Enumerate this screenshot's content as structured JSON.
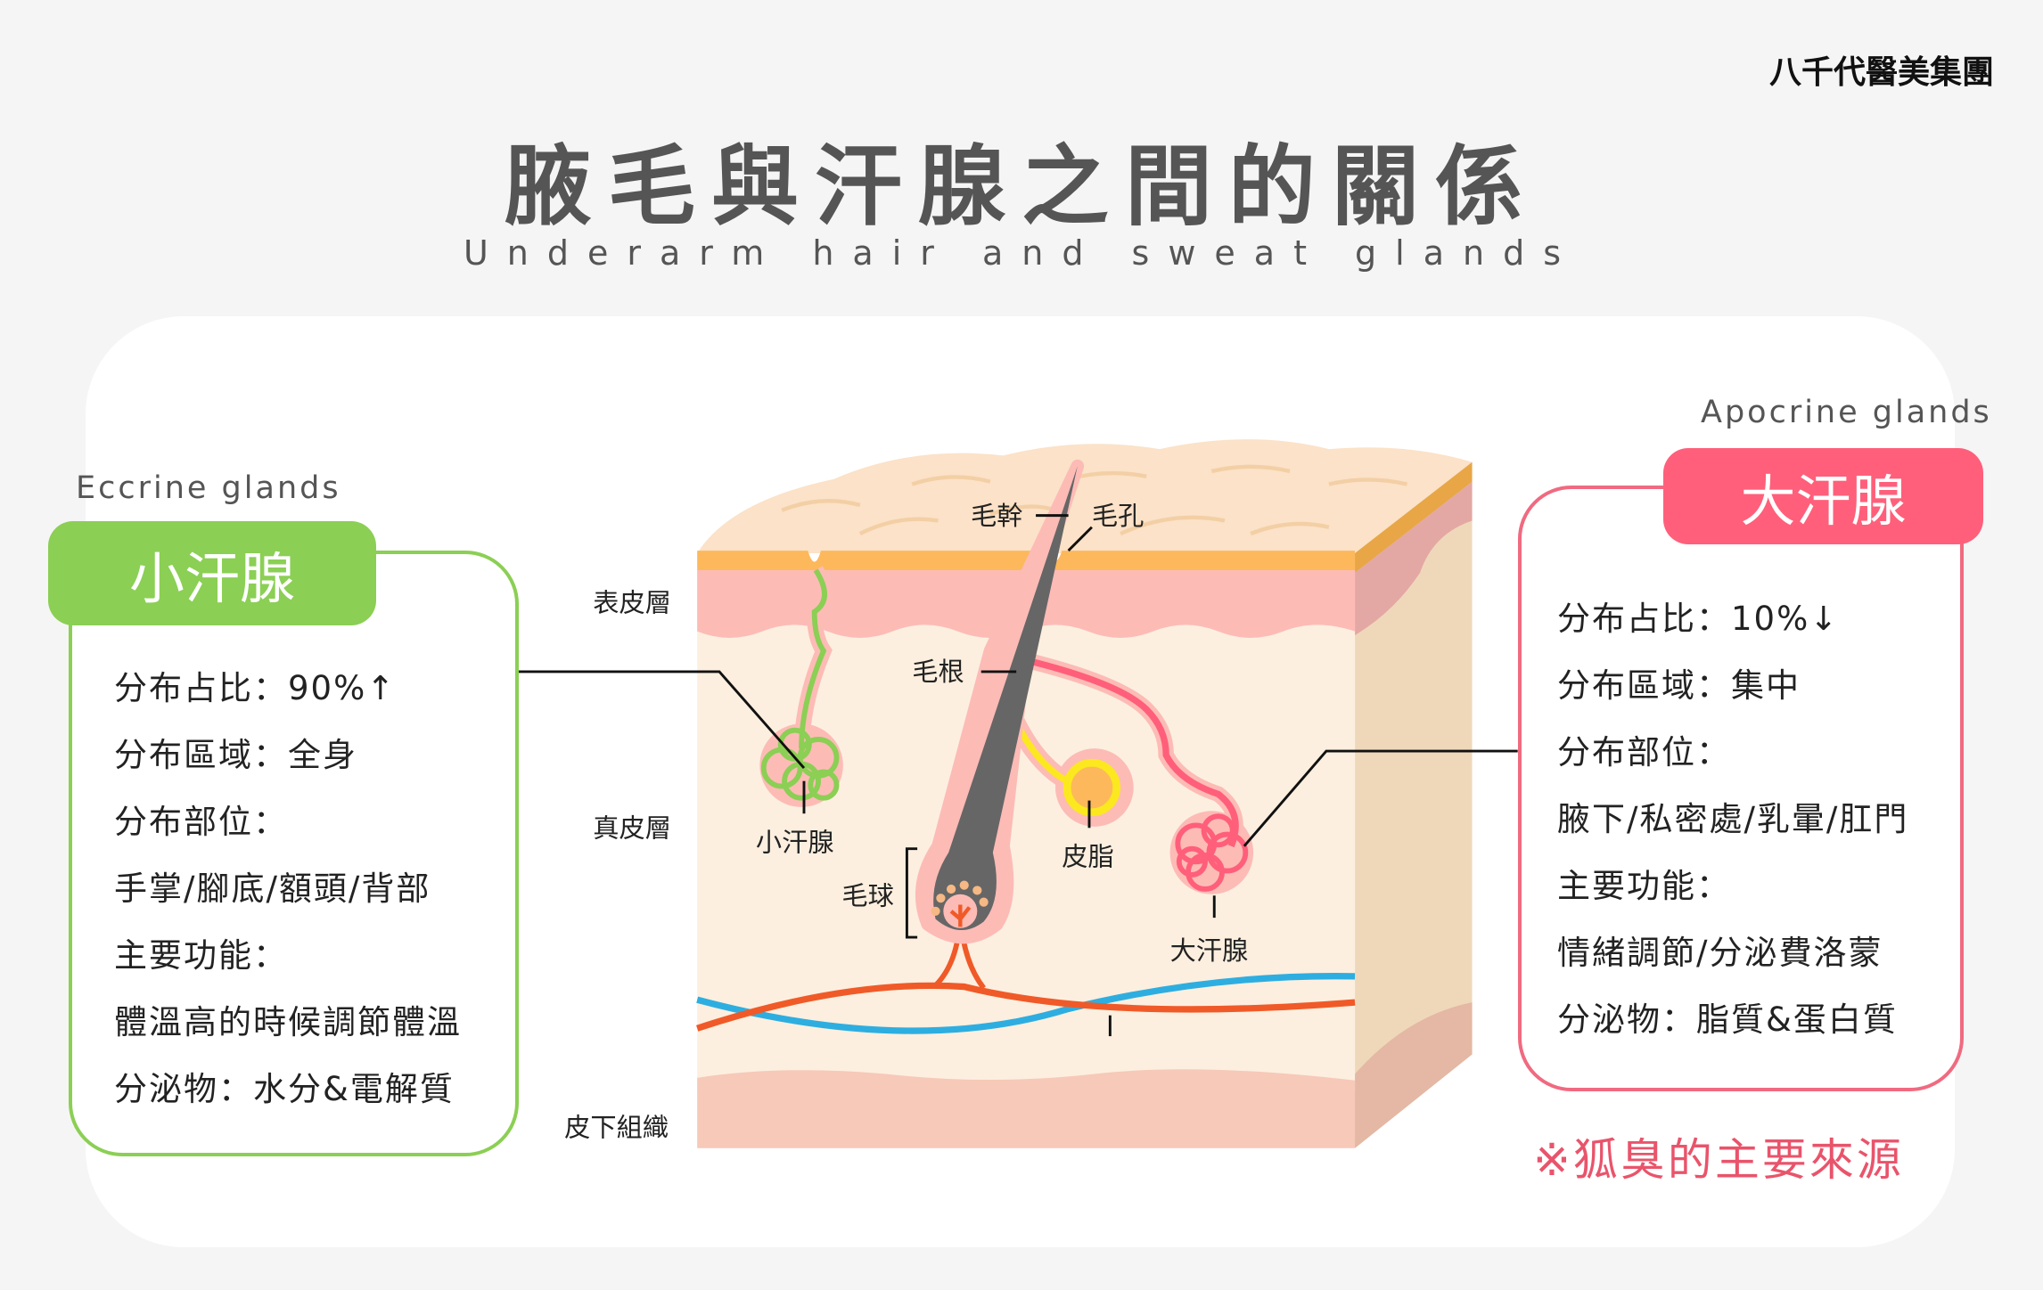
{
  "brand": "八千代醫美集團",
  "title": "腋毛與汗腺之間的關係",
  "subtitle": "Underarm hair and sweat glands",
  "eccrine": {
    "en": "Eccrine glands",
    "name": "小汗腺",
    "lines": [
      "分布占比：90%↑",
      "分布區域：全身",
      "分布部位：",
      "手掌/腳底/額頭/背部",
      "主要功能：",
      "體溫高的時候調節體溫",
      "分泌物：水分&電解質"
    ]
  },
  "apocrine": {
    "en": "Apocrine glands",
    "name": "大汗腺",
    "lines": [
      "分布占比：10%↓",
      "分布區域：集中",
      "分布部位：",
      "腋下/私密處/乳暈/肛門",
      "主要功能：",
      "情緒調節/分泌費洛蒙",
      "分泌物：脂質&蛋白質"
    ],
    "note": "※狐臭的主要來源"
  },
  "diagram": {
    "epidermis": "表皮層",
    "dermis": "真皮層",
    "subcutis": "皮下組織",
    "hair_shaft": "毛幹",
    "pore": "毛孔",
    "hair_root": "毛根",
    "eccrine": "小汗腺",
    "hair_bulb": "毛球",
    "sebum": "皮脂",
    "apocrine": "大汗腺"
  },
  "colors": {
    "green": "#8bcf54",
    "pink": "#ff5f7a",
    "note": "#e9546b"
  }
}
